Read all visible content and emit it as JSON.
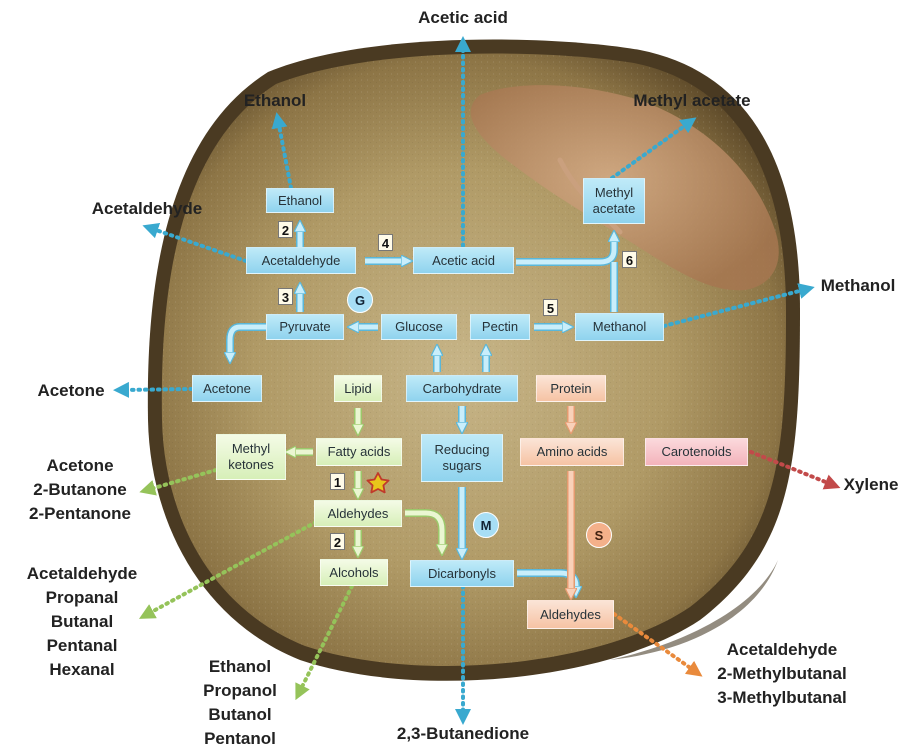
{
  "external_labels": {
    "acetic_acid": "Acetic acid",
    "ethanol": "Ethanol",
    "methyl_acetate": "Methyl acetate",
    "acetaldehyde": "Acetaldehyde",
    "methanol": "Methanol",
    "acetone": "Acetone",
    "xylene": "Xylene",
    "ketones": [
      "Acetone",
      "2-Butanone",
      "2-Pentanone"
    ],
    "aldehydes_left": [
      "Acetaldehyde",
      "Propanal",
      "Butanal",
      "Pentanal",
      "Hexanal"
    ],
    "alcohols": [
      "Ethanol",
      "Propanol",
      "Butanol",
      "Pentanol"
    ],
    "butanedione": "2,3-Butanedione",
    "aldehydes_right": [
      "Acetaldehyde",
      "2-Methylbutanal",
      "3-Methylbutanal"
    ]
  },
  "boxes": {
    "ethanol": "Ethanol",
    "acetaldehyde": "Acetaldehyde",
    "acetic_acid": "Acetic acid",
    "methyl_acetate": "Methyl acetate",
    "pyruvate": "Pyruvate",
    "glucose": "Glucose",
    "pectin": "Pectin",
    "methanol": "Methanol",
    "acetone": "Acetone",
    "lipid": "Lipid",
    "carbohydrate": "Carbohydrate",
    "protein": "Protein",
    "methyl_ketones": "Methyl ketones",
    "fatty_acids": "Fatty acids",
    "reducing_sugars": "Reducing sugars",
    "amino_acids": "Amino acids",
    "carotenoids": "Carotenoids",
    "aldehydes": "Aldehydes",
    "alcohols": "Alcohols",
    "dicarbonyls": "Dicarbonyls",
    "aldehydes_protein": "Aldehydes"
  },
  "step_numbers": {
    "n2_top": "2",
    "n3": "3",
    "n4": "4",
    "n5": "5",
    "n6": "6",
    "n1": "1",
    "n2_bottom": "2"
  },
  "circle_labels": {
    "g": "G",
    "m": "M",
    "s": "S"
  },
  "colors": {
    "blue_box": "#8fd3ee",
    "green_box": "#d7efb8",
    "salmon_box": "#f6c3a4",
    "pink_box": "#f3b3bb",
    "blue_dots": "#39a9cf",
    "green_dots": "#95c35a",
    "orange_dots": "#e98a3c",
    "red_dots": "#c24a4a",
    "star": "#e8c51b"
  }
}
